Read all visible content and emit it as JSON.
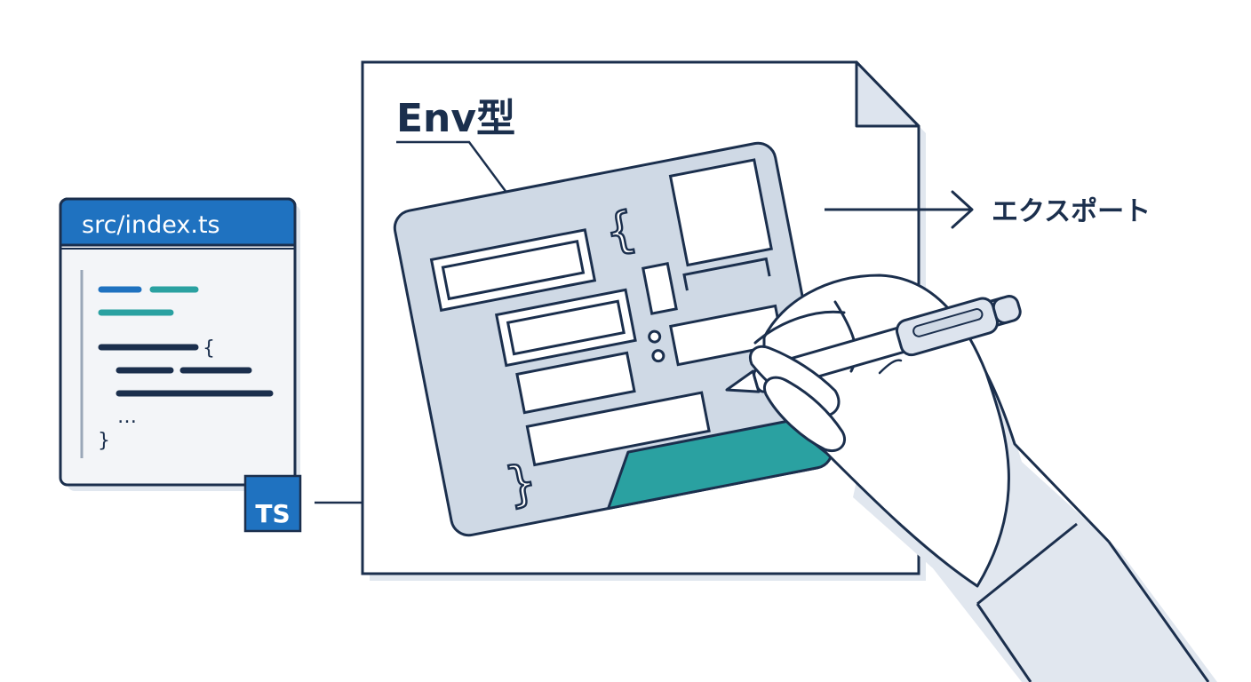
{
  "file_window": {
    "title": "src/index.ts",
    "open_brace": "{",
    "ellipsis": "…",
    "close_brace": "}"
  },
  "ts_badge": {
    "label": "TS"
  },
  "document": {
    "type_label": "Env型"
  },
  "stencil": {
    "open_brace": "{",
    "close_brace": "}"
  },
  "export": {
    "label": "エクスポート"
  },
  "colors": {
    "navy": "#1b2f4d",
    "ts_blue": "#1f72c0",
    "teal": "#2aa1a1",
    "stencil_fill": "#cfd9e5",
    "shadow": "#e1e7ef"
  }
}
